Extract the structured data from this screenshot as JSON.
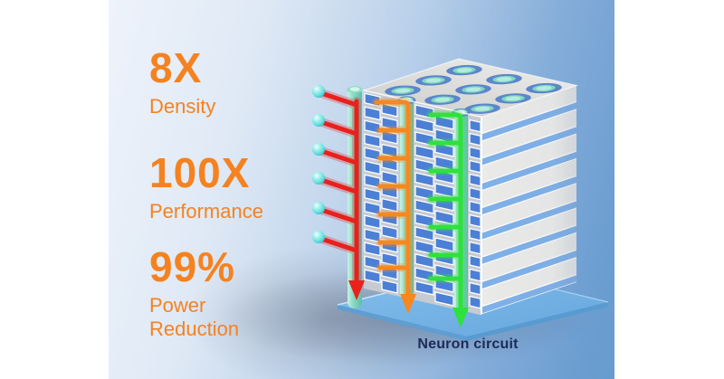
{
  "stats": [
    {
      "value": "8X",
      "label": "Density"
    },
    {
      "value": "100X",
      "label": "Performance"
    },
    {
      "value": "99%",
      "label": "Power Reduction"
    }
  ],
  "diagram": {
    "caption": "Neuron circuit",
    "colors": {
      "accent_orange": "#F58220",
      "caption_navy": "#1E2A57",
      "wire_red": "#E8211D",
      "wire_orange": "#F6881F",
      "wire_green": "#2FE13C",
      "sphere_cyan": "#7DE8E3",
      "platform_blue": "#74B2E4",
      "via_teal": "#7FD3BD",
      "layer_blue": "#7FB0E8",
      "top_face_gray": "#DCDCDA"
    }
  }
}
